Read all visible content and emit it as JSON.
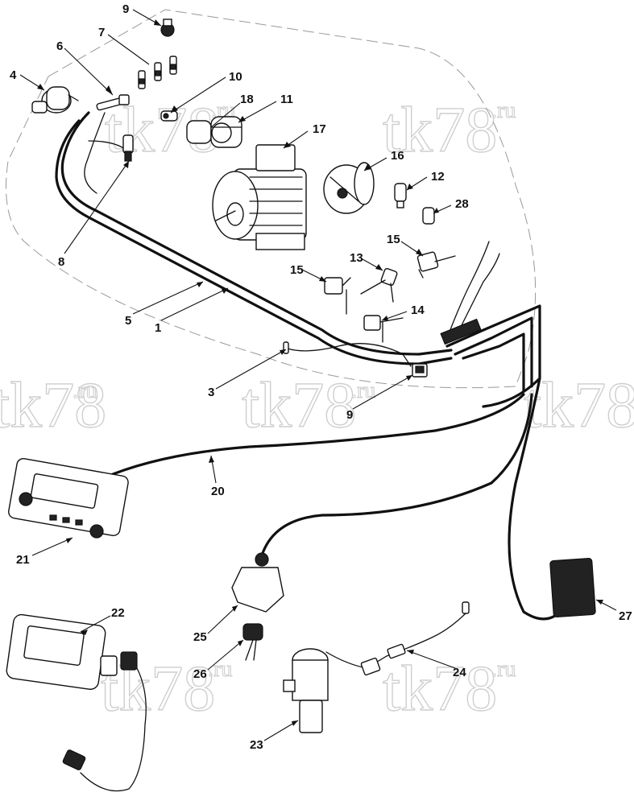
{
  "watermark": {
    "text": "tk78",
    "suffix": ".ru"
  },
  "callouts": [
    {
      "id": "c9a",
      "label": "9"
    },
    {
      "id": "c7",
      "label": "7"
    },
    {
      "id": "c6",
      "label": "6"
    },
    {
      "id": "c4",
      "label": "4"
    },
    {
      "id": "c10",
      "label": "10"
    },
    {
      "id": "c18",
      "label": "18"
    },
    {
      "id": "c11",
      "label": "11"
    },
    {
      "id": "c17",
      "label": "17"
    },
    {
      "id": "c16",
      "label": "16"
    },
    {
      "id": "c12",
      "label": "12"
    },
    {
      "id": "c28",
      "label": "28"
    },
    {
      "id": "c15a",
      "label": "15"
    },
    {
      "id": "c15b",
      "label": "15"
    },
    {
      "id": "c13",
      "label": "13"
    },
    {
      "id": "c14",
      "label": "14"
    },
    {
      "id": "c8",
      "label": "8"
    },
    {
      "id": "c5",
      "label": "5"
    },
    {
      "id": "c1",
      "label": "1"
    },
    {
      "id": "c3",
      "label": "3"
    },
    {
      "id": "c9b",
      "label": "9"
    },
    {
      "id": "c20",
      "label": "20"
    },
    {
      "id": "c21",
      "label": "21"
    },
    {
      "id": "c22",
      "label": "22"
    },
    {
      "id": "c25",
      "label": "25"
    },
    {
      "id": "c26",
      "label": "26"
    },
    {
      "id": "c24",
      "label": "24"
    },
    {
      "id": "c23",
      "label": "23"
    },
    {
      "id": "c27",
      "label": "27"
    }
  ]
}
